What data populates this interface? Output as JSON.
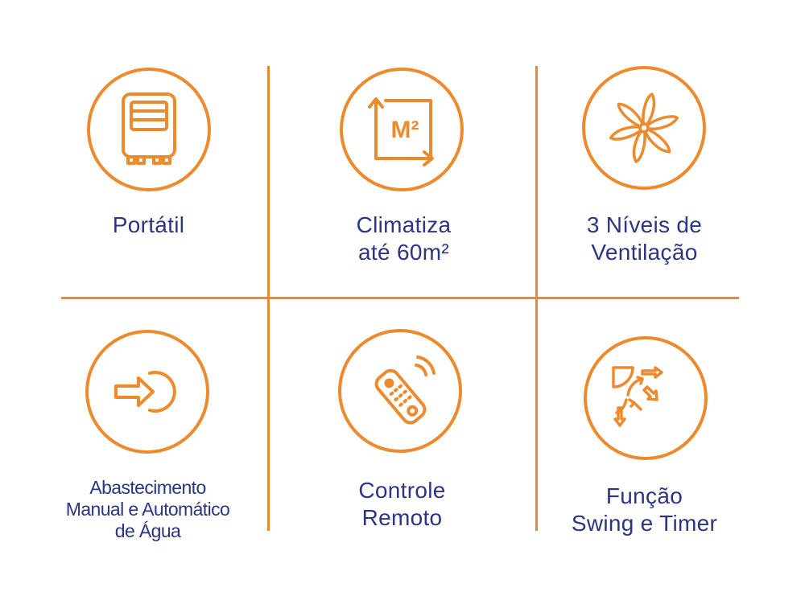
{
  "colors": {
    "accent": "#EE8A2E",
    "text": "#2C3581"
  },
  "features": [
    {
      "icon": "portable-unit-icon",
      "lines": [
        "Portátil"
      ]
    },
    {
      "icon": "area-m2-icon",
      "badge": "M²",
      "lines": [
        "Climatiza",
        "até 60m²"
      ]
    },
    {
      "icon": "fan-icon",
      "lines": [
        "3 Níveis de",
        "Ventilação"
      ]
    },
    {
      "icon": "water-supply-icon",
      "lines": [
        "Abastecimento",
        "Manual e Automático",
        "de Água"
      ]
    },
    {
      "icon": "remote-control-icon",
      "lines": [
        "Controle",
        "Remoto"
      ]
    },
    {
      "icon": "swing-timer-icon",
      "lines": [
        "Função",
        "Swing e Timer"
      ]
    }
  ]
}
